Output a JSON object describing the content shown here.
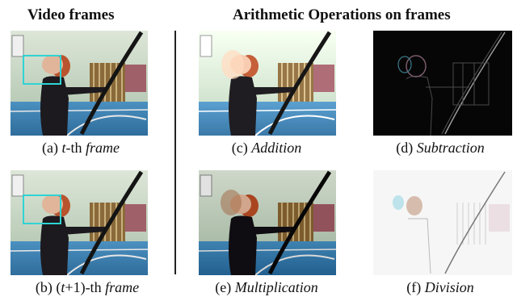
{
  "headers": {
    "left": "Video  frames",
    "right": "Arithmetic Operations on frames"
  },
  "captions": {
    "a": {
      "prefix": "(a) ",
      "var": "t",
      "mid": "-th ",
      "word": "frame"
    },
    "b": {
      "prefix": "(b) (",
      "var": "t",
      "mid": "+1)-th ",
      "word": "frame"
    },
    "c": {
      "prefix": "(c) ",
      "word": "Addition"
    },
    "d": {
      "prefix": "(d) ",
      "word": "Subtraction"
    },
    "e": {
      "prefix": "(e) ",
      "word": "Multiplication"
    },
    "f": {
      "prefix": "(f) ",
      "word": "Division"
    }
  },
  "colors": {
    "bounding_box": "#2fd3d3",
    "wall": "#b9cdb8",
    "floor": "#3d7fb0",
    "bow": "#1a1a1a"
  }
}
